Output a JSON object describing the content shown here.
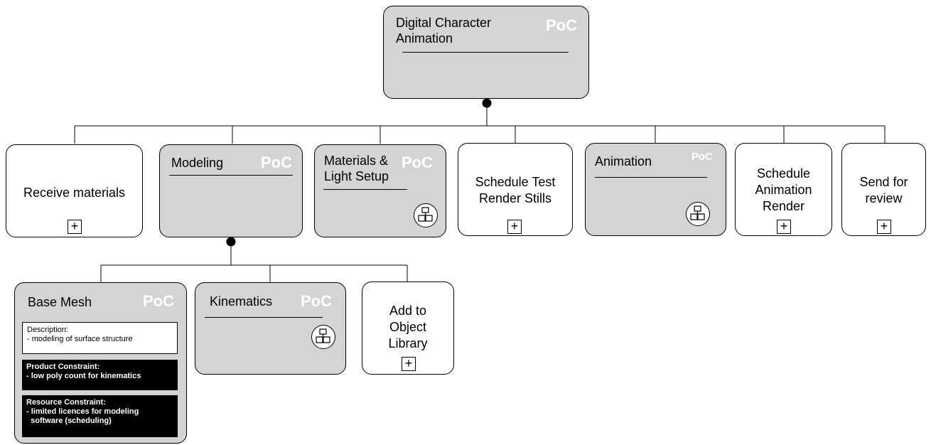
{
  "badge": "PoC",
  "root": {
    "title_line1": "Digital Character",
    "title_line2": "Animation"
  },
  "level1": {
    "receive_materials": "Receive materials",
    "modeling": "Modeling",
    "materials_line1": "Materials &",
    "materials_line2": "Light Setup",
    "schedule_test_line1": "Schedule Test",
    "schedule_test_line2": "Render Stills",
    "animation": "Animation",
    "schedule_anim_line1": "Schedule",
    "schedule_anim_line2": "Animation",
    "schedule_anim_line3": "Render",
    "send_line1": "Send for",
    "send_line2": "review"
  },
  "level2": {
    "base_mesh": "Base Mesh",
    "kinematics": "Kinematics",
    "library_line1": "Add to",
    "library_line2": "Object",
    "library_line3": "Library"
  },
  "notes": {
    "description_label": "Description:",
    "description_text": "- modeling of surface structure",
    "product_label": "Product Constraint:",
    "product_text": "- low poly count for kinematics",
    "resource_label": "Resource Constraint:",
    "resource_text_line1": "- limited licences for modeling",
    "resource_text_line2": "  software (scheduling)"
  },
  "icons": {
    "expand": "+",
    "subprocess": "hierarchy-icon",
    "junction": "decomposition-dot"
  },
  "colors": {
    "grey_box": "#d4d4d4",
    "badge": "#ffffff",
    "note_dark": "#000000"
  }
}
